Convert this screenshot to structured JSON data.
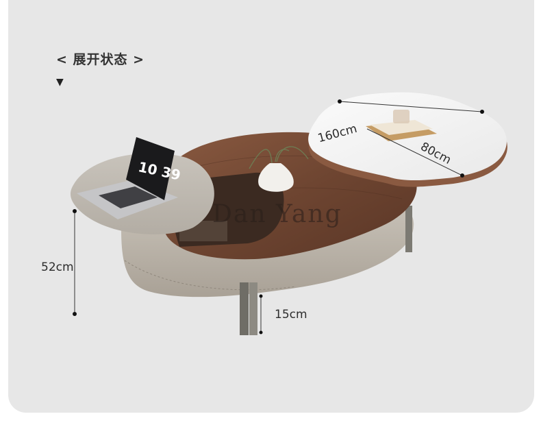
{
  "header": {
    "title": "< 展开状态 >"
  },
  "dimensions": {
    "length": "160cm",
    "width": "80cm",
    "height": "52cm",
    "leg": "15cm"
  },
  "laptop": {
    "clock": "10 39"
  },
  "watermark": "Dan Yang"
}
